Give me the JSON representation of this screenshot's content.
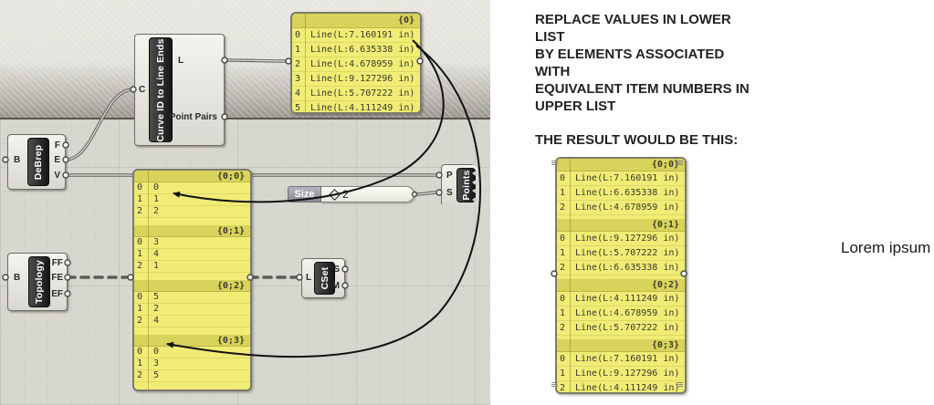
{
  "colors": {
    "panel_fill": "#f0ec75",
    "panel_header": "#d8d35a",
    "panel_border": "#7d7b6a",
    "component_dark_bar": "#1d1d1d",
    "wire": "#63625c",
    "annotation_arrow": "#111111",
    "canvas_bg": "#d8d7cf"
  },
  "canvas": {
    "components": {
      "curve_id": {
        "label": "Curve ID to Line Ends",
        "inputs": [
          "C"
        ],
        "outputs": [
          "L",
          "Point Pairs"
        ]
      },
      "debrep": {
        "label": "DeBrep",
        "inputs": [
          "B"
        ],
        "outputs": [
          "F",
          "E",
          "V"
        ]
      },
      "topology": {
        "label": "Topology",
        "inputs": [
          "B"
        ],
        "outputs": [
          "FF",
          "FE",
          "EF"
        ]
      },
      "points": {
        "label": "Points",
        "inputs": [
          "P",
          "S"
        ],
        "outputs": []
      },
      "cset": {
        "label": "CSet",
        "inputs": [
          "L"
        ],
        "outputs": [
          "S",
          "M"
        ]
      },
      "size_slider": {
        "label": "Size",
        "value": "2"
      }
    },
    "upper_panel": {
      "sections": [
        {
          "header": "{0}",
          "rows": [
            {
              "i": "0",
              "v": "Line(L:7.160191 in)"
            },
            {
              "i": "1",
              "v": "Line(L:6.635338 in)"
            },
            {
              "i": "2",
              "v": "Line(L:4.678959 in)"
            },
            {
              "i": "3",
              "v": "Line(L:9.127296 in)"
            },
            {
              "i": "4",
              "v": "Line(L:5.707222 in)"
            },
            {
              "i": "5",
              "v": "Line(L:4.111249 in)"
            }
          ]
        }
      ]
    },
    "index_panel": {
      "sections": [
        {
          "header": "{0;0}",
          "rows": [
            {
              "i": "0",
              "v": "0"
            },
            {
              "i": "1",
              "v": "1"
            },
            {
              "i": "2",
              "v": "2"
            }
          ]
        },
        {
          "header": "{0;1}",
          "rows": [
            {
              "i": "0",
              "v": "3"
            },
            {
              "i": "1",
              "v": "4"
            },
            {
              "i": "2",
              "v": "1"
            }
          ]
        },
        {
          "header": "{0;2}",
          "rows": [
            {
              "i": "0",
              "v": "5"
            },
            {
              "i": "1",
              "v": "2"
            },
            {
              "i": "2",
              "v": "4"
            }
          ]
        },
        {
          "header": "{0;3}",
          "rows": [
            {
              "i": "0",
              "v": "0"
            },
            {
              "i": "1",
              "v": "3"
            },
            {
              "i": "2",
              "v": "5"
            }
          ]
        }
      ]
    }
  },
  "result_panel": {
    "sections": [
      {
        "header": "{0;0}",
        "rows": [
          {
            "i": "0",
            "v": "Line(L:7.160191 in)"
          },
          {
            "i": "1",
            "v": "Line(L:6.635338 in)"
          },
          {
            "i": "2",
            "v": "Line(L:4.678959 in)"
          }
        ]
      },
      {
        "header": "{0;1}",
        "rows": [
          {
            "i": "0",
            "v": "Line(L:9.127296 in)"
          },
          {
            "i": "1",
            "v": "Line(L:5.707222 in)"
          },
          {
            "i": "2",
            "v": "Line(L:6.635338 in)"
          }
        ]
      },
      {
        "header": "{0;2}",
        "rows": [
          {
            "i": "0",
            "v": "Line(L:4.111249 in)"
          },
          {
            "i": "1",
            "v": "Line(L:4.678959 in)"
          },
          {
            "i": "2",
            "v": "Line(L:5.707222 in)"
          }
        ]
      },
      {
        "header": "{0;3}",
        "rows": [
          {
            "i": "0",
            "v": "Line(L:7.160191 in)"
          },
          {
            "i": "1",
            "v": "Line(L:9.127296 in)"
          },
          {
            "i": "2",
            "v": "Line(L:4.111249 in)"
          }
        ]
      }
    ]
  },
  "annotations": {
    "instruction": "REPLACE VALUES IN LOWER LIST\nBY ELEMENTS ASSOCIATED WITH\nEQUIVALENT ITEM NUMBERS IN\nUPPER LIST",
    "result_caption": "THE RESULT WOULD BE THIS:",
    "side_note": "Lorem ipsum"
  }
}
